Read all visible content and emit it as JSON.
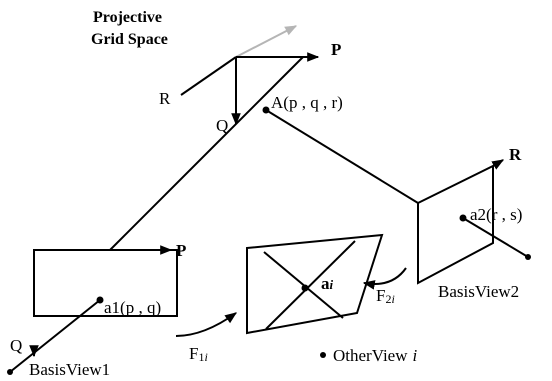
{
  "diagram": {
    "title_line1": "Projective",
    "title_line2": "Grid Space",
    "axes": {
      "p": "P",
      "q": "Q",
      "r": "R"
    },
    "point_a": "A(p , q , r)",
    "basis_view1": {
      "name": "BasisView1",
      "point": "a1(p , q)",
      "axis_p": "P",
      "axis_q": "Q"
    },
    "basis_view2": {
      "name": "BasisView2",
      "point": "a2(r , s)",
      "axis_r": "R"
    },
    "other_view": {
      "name": "OtherView",
      "index": "i",
      "point_main": "a",
      "point_sub": "i"
    },
    "f1": {
      "main": "F",
      "sub1": "1",
      "subi": "i"
    },
    "f2": {
      "main": "F",
      "sub1": "2",
      "subi": "i"
    }
  }
}
